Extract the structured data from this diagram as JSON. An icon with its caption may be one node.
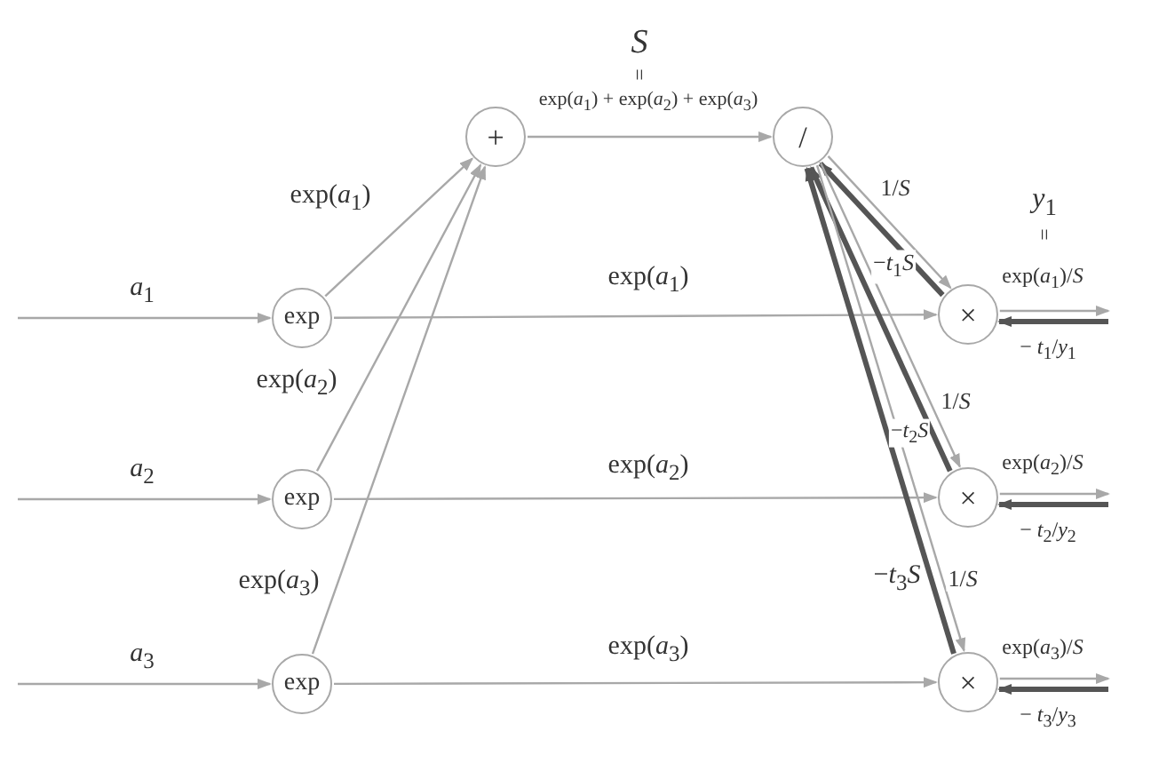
{
  "diagram": {
    "nodes": [
      {
        "text": [
          "exp"
        ]
      },
      {
        "text": [
          "exp"
        ]
      },
      {
        "text": [
          "exp"
        ]
      },
      {
        "text": [
          "+"
        ]
      },
      {
        "text": [
          "/"
        ]
      },
      {
        "text": [
          "×"
        ]
      },
      {
        "text": [
          "×"
        ]
      },
      {
        "text": [
          "×"
        ]
      }
    ],
    "edges": [
      {
        "from": null,
        "to": 0,
        "arrow": "to",
        "label": "*a*$_{1}$"
      },
      {
        "from": null,
        "to": 1,
        "arrow": "to",
        "label": "*a*$_{2}$"
      },
      {
        "from": null,
        "to": 2,
        "arrow": "to",
        "label": "*a*$_{3}$"
      },
      {
        "from": 0,
        "to": 3,
        "arrow": "to",
        "label": "exp(*a*$_{1}$)"
      },
      {
        "from": 1,
        "to": 3,
        "arrow": "to",
        "label": "exp(*a*$_{2}$)"
      },
      {
        "from": 2,
        "to": 3,
        "arrow": "to",
        "label": "exp(*a*$_{3}$)"
      },
      {
        "from": 3,
        "to": 4,
        "arrow": "to",
        "label": "exp(*a*$_{1}$) + exp(*a*$_{2}$) + exp(*a*$_{3}$)"
      },
      {
        "from": 0,
        "to": 5,
        "arrow": "to",
        "label": "exp(*a*$_{1}$)"
      },
      {
        "from": 1,
        "to": 6,
        "arrow": "to",
        "label": "exp(*a*$_{2}$)"
      },
      {
        "from": 2,
        "to": 7,
        "arrow": "to",
        "label": "exp(*a*$_{3}$)"
      },
      {
        "from": 4,
        "to": 5,
        "arrow": "to",
        "label": "1/*S*"
      },
      {
        "from": 5,
        "to": 4,
        "arrow": "to",
        "label": "−*t*$_{1}$*S*",
        "style": "thick",
        "color": "#555555"
      },
      {
        "from": 4,
        "to": 6,
        "arrow": "to",
        "label": "1/*S*"
      },
      {
        "from": 6,
        "to": 4,
        "arrow": "to",
        "label": "−*t*$_{2}$*S*",
        "style": "thick",
        "color": "#555555"
      },
      {
        "from": 4,
        "to": 7,
        "arrow": "to",
        "label": "1/*S*"
      },
      {
        "from": 7,
        "to": 4,
        "arrow": "to",
        "label": "−*t*$_{3}$*S*",
        "style": "thick",
        "color": "#555555"
      },
      {
        "from": 5,
        "to": null,
        "arrow": "to",
        "label": "exp(*a*$_{1}$)/*S*"
      },
      {
        "from": null,
        "to": 5,
        "arrow": "to",
        "label": "− *t*$_{1}$/*y*$_{1}$",
        "style": "thick",
        "color": "#555555"
      },
      {
        "from": 6,
        "to": null,
        "arrow": "to",
        "label": "exp(*a*$_{2}$)/*S*"
      },
      {
        "from": null,
        "to": 6,
        "arrow": "to",
        "label": "− *t*$_{2}$/*y*$_{2}$",
        "style": "thick",
        "color": "#555555"
      },
      {
        "from": 7,
        "to": null,
        "arrow": "to",
        "label": "exp(*a*$_{3}$)/*S*"
      },
      {
        "from": null,
        "to": 7,
        "arrow": "to",
        "label": "− *t*$_{3}$/*y*$_{3}$",
        "style": "thick",
        "color": "#555555"
      }
    ],
    "labels": [
      "*S*",
      "=",
      "*y*$_{1}$",
      "="
    ]
  }
}
